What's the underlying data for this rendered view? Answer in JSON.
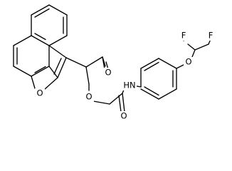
{
  "molecule": {
    "atoms": {
      "furan_oxygen": "O",
      "ester_ether_oxygen": "O",
      "ester_carbonyl_oxygen": "O",
      "amide_carbonyl_oxygen": "O",
      "amide_nitrogen": "HN",
      "aryl_ether_oxygen": "O",
      "fluorine_top_left": "F",
      "fluorine_top_right": "F"
    }
  }
}
